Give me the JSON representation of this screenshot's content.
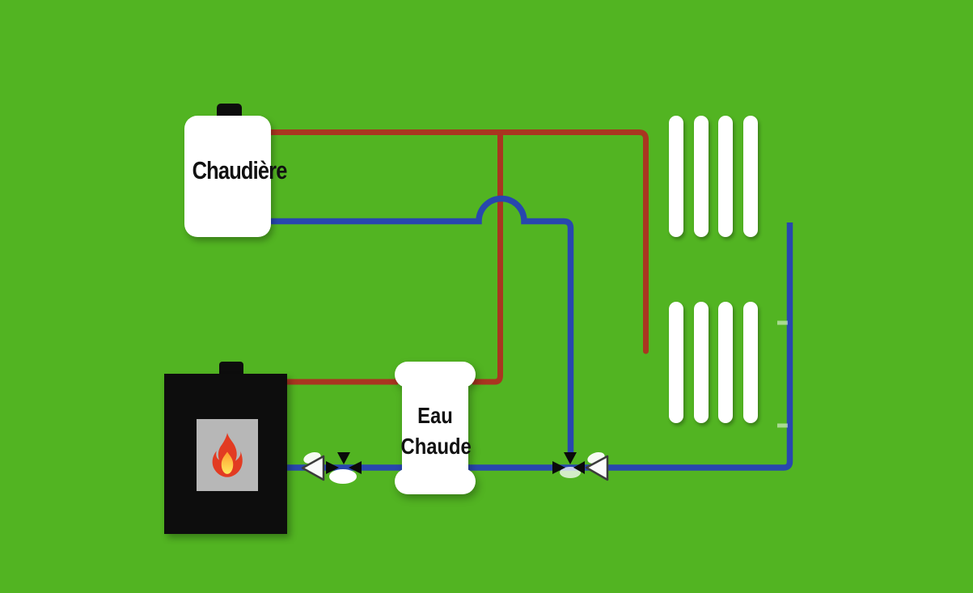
{
  "diagram": {
    "type": "heating-system-schematic",
    "boiler": {
      "label": "Chaudière"
    },
    "hot_water_tank": {
      "label_line1": "Eau",
      "label_line2": "Chaude"
    },
    "wood_stove": {
      "icon": "flame-icon"
    },
    "radiators": {
      "count": 2,
      "bars_per_radiator": 4
    },
    "pumps": {
      "count": 2,
      "icon": "pump-triangle-icon",
      "direction": "left"
    },
    "mixing_valves": {
      "count": 2,
      "icon": "three-way-valve-icon"
    },
    "colors": {
      "background": "#52b422",
      "supply_pipe": "#a93620",
      "return_pipe": "#2847ae",
      "component_fill": "#ffffff",
      "stove_body": "#0d0d0d",
      "stove_panel": "#b7b7b7",
      "label_text": "#111111",
      "mix_drop_top": "#8f2a1a",
      "mix_drop_bottom": "#312a6e"
    }
  }
}
